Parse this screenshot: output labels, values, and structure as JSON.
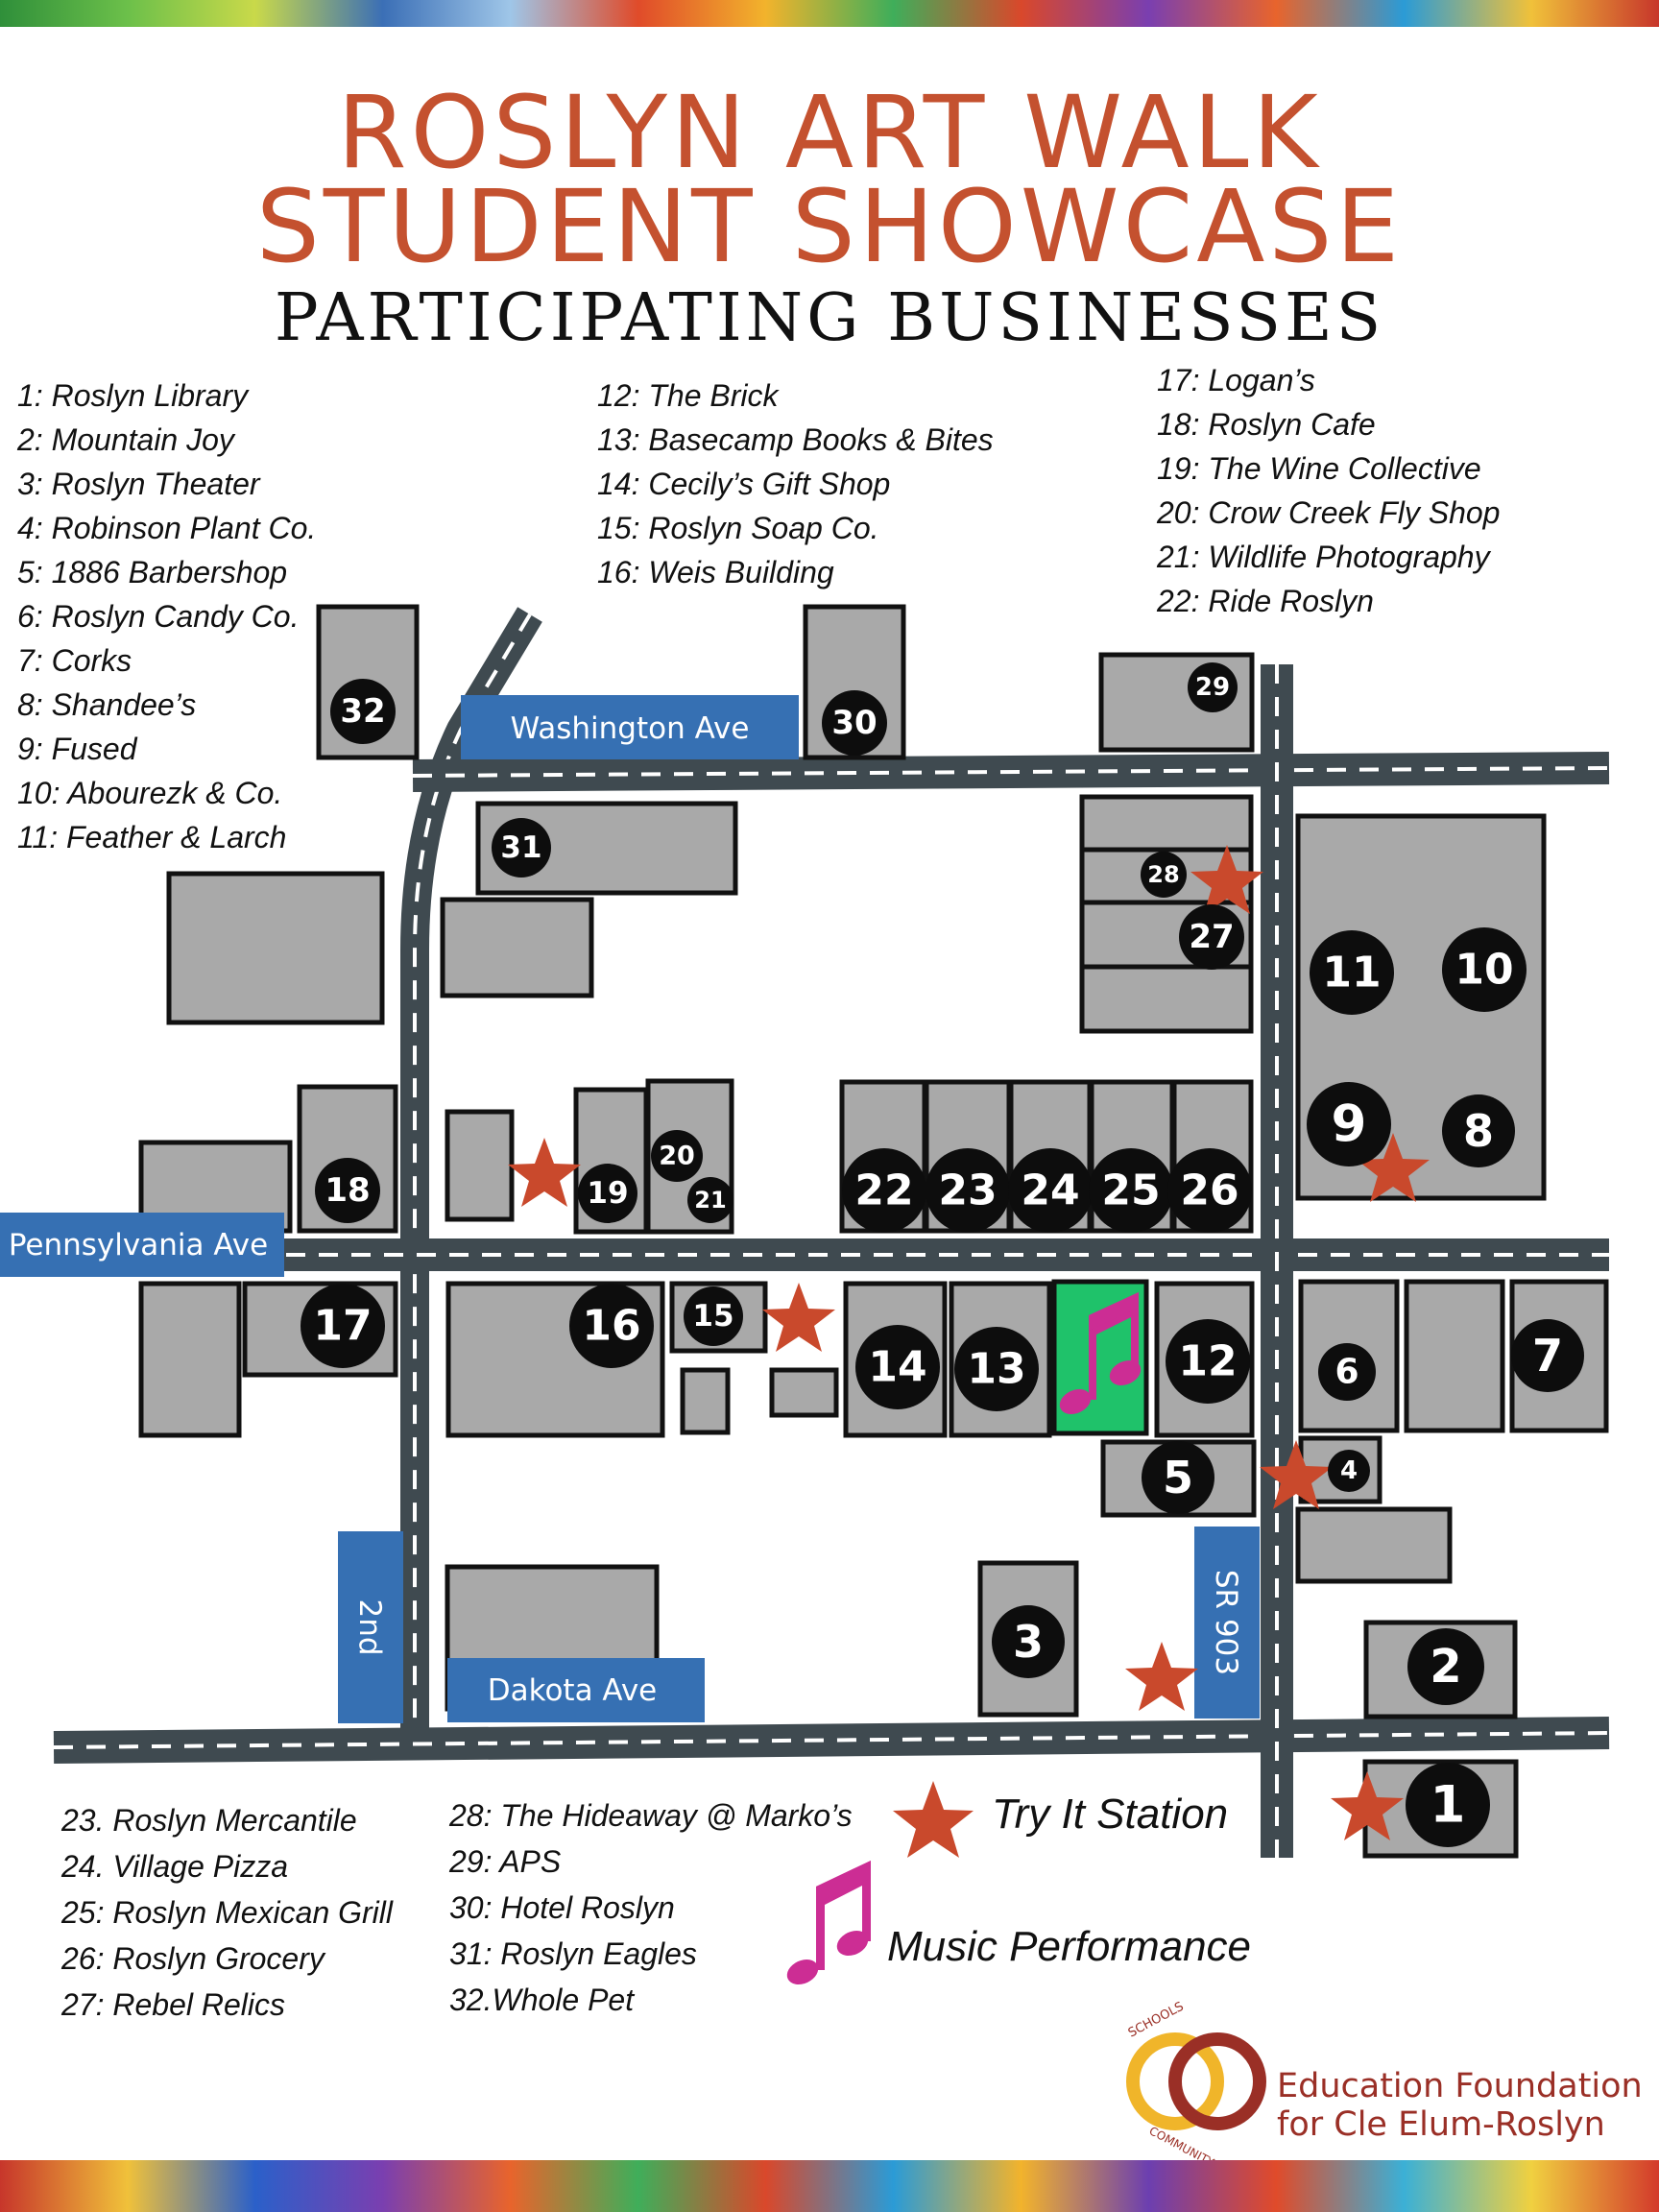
{
  "title_line1": "ROSLYN ART WALK",
  "title_line2": "STUDENT SHOWCASE",
  "subtitle": "PARTICIPATING BUSINESSES",
  "list_col1": [
    "1: Roslyn Library",
    "2: Mountain Joy",
    "3: Roslyn Theater",
    "4: Robinson Plant Co.",
    "5: 1886 Barbershop",
    "6: Roslyn Candy Co.",
    "7: Corks",
    "8: Shandee’s",
    "9: Fused",
    "10: Abourezk & Co.",
    "11: Feather & Larch"
  ],
  "list_col2": [
    "12: The Brick",
    "13: Basecamp Books & Bites",
    "14: Cecily’s Gift Shop",
    "15: Roslyn Soap Co.",
    "16: Weis Building"
  ],
  "list_col3": [
    "17: Logan’s",
    "18: Roslyn Cafe",
    "19: The Wine Collective",
    "20: Crow Creek Fly Shop",
    "21: Wildlife Photography",
    "22: Ride Roslyn"
  ],
  "list_col4": [
    "23. Roslyn Mercantile",
    "24. Village Pizza",
    "25: Roslyn Mexican Grill",
    "26: Roslyn Grocery",
    "27: Rebel Relics"
  ],
  "list_col5": [
    "28: The Hideaway @ Marko’s",
    "29: APS",
    "30: Hotel Roslyn",
    "31: Roslyn Eagles",
    "32.Whole Pet"
  ],
  "streets": {
    "washington": "Washington Ave",
    "pennsylvania": "Pennsylvania Ave",
    "dakota": "Dakota Ave",
    "second": "2nd",
    "sr903": "SR 903"
  },
  "legend": {
    "try_it": "Try It Station",
    "music": "Music Performance"
  },
  "logo": {
    "line1": "Education Foundation",
    "line2": "for Cle Elum-Roslyn",
    "ring_top": "SCHOOLS",
    "ring_bottom": "COMMUNITY"
  },
  "markers": [
    "1",
    "2",
    "3",
    "4",
    "5",
    "6",
    "7",
    "8",
    "9",
    "10",
    "11",
    "12",
    "13",
    "14",
    "15",
    "16",
    "17",
    "18",
    "19",
    "20",
    "21",
    "22",
    "23",
    "24",
    "25",
    "26",
    "27",
    "28",
    "29",
    "30",
    "31",
    "32"
  ],
  "colors": {
    "title": "#c4512f",
    "star": "#c9492c",
    "road": "#3f4a50",
    "building": "#a9a9a9",
    "street_sign": "#3670b3",
    "music_note": "#cc2d94",
    "music_venue": "#1fc26a"
  }
}
